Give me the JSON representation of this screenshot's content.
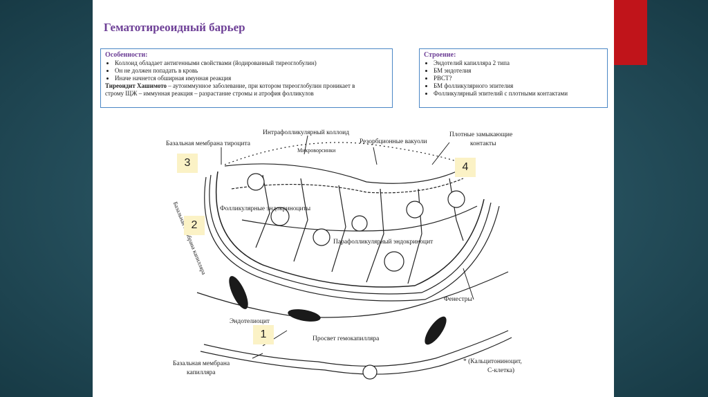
{
  "title": "Гематотиреоидный барьер",
  "features": {
    "heading": "Особенности:",
    "items": [
      "Коллоид обладает антигенными свойствами (йодированный тиреоглобулин)",
      "Он не должен попадать в кровь",
      "Иначе начнется обширная имунная реакция"
    ],
    "hashimoto_term": "Тиреоидит Хашимото",
    "hashimoto_text": " – аутоиммунное заболевание, при котором тиреоглобулин проникает в",
    "hashimoto_text2": "строму ЩЖ – иммунная реакция – разрастание стромы и атрофия фолликулов"
  },
  "structure": {
    "heading": "Строение:",
    "items": [
      "Эндотелий капилляра 2 типа",
      "БМ эндотелия",
      "РВСТ?",
      "БМ фолликулярного эпителия",
      "Фолликулярный эпителий с плотными контактами"
    ]
  },
  "diagram": {
    "labels": {
      "colloid": "Интрафолликулярный коллоид",
      "microvilli": "Микроворсинки",
      "vacuoles": "Резорбционные вакуоли",
      "tight1": "Плотные замыкающие",
      "tight2": "контакты",
      "bm_thyro": "Базальная мембрана тироцита",
      "bm_cap_vert1": "Базальная мембрана",
      "bm_cap_vert2": "капилляра",
      "follicular": "Фолликулярные эндокриноциты",
      "parafollicular": "Парафолликулярный эндокриноцит",
      "fenestrae": "Фенестры",
      "endothelio": "Эндотелиоцит",
      "lumen": "Просвет гемокапилляра",
      "bm_cap1": "Базальная мембрана",
      "bm_cap2": "капилляра",
      "ccell1": "* (Кальцитониноцит,",
      "ccell2": "С-клетка)"
    },
    "numbers": [
      "1",
      "2",
      "3",
      "4"
    ]
  },
  "colors": {
    "title": "#6d3f96",
    "box_border": "#4a86c5",
    "accent_red": "#c0141a",
    "number_bg": "#fbf2c6"
  }
}
